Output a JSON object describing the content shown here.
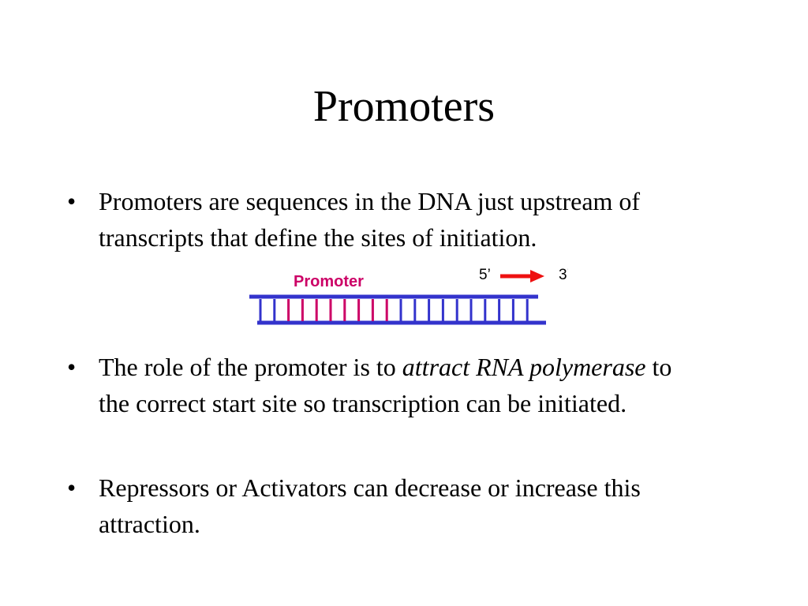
{
  "slide": {
    "title": "Promoters",
    "bullets": [
      {
        "marker": "•",
        "parts": [
          {
            "text": "Promoters are sequences in the DNA just upstream of transcripts that define the sites of initiation.",
            "italic": false
          }
        ]
      },
      {
        "marker": "•",
        "parts": [
          {
            "text": "The role of the promoter is to ",
            "italic": false
          },
          {
            "text": "attract RNA polymerase",
            "italic": true
          },
          {
            "text": " to the correct start site so transcription can be initiated.",
            "italic": false
          }
        ]
      },
      {
        "marker": "•",
        "parts": [
          {
            "text": "Repressors or Activators can decrease or increase this attraction.",
            "italic": false
          }
        ]
      }
    ]
  },
  "figure": {
    "promoter_label": "Promoter",
    "five_prime_label": "5’",
    "three_prime_label": "3’",
    "rung_count": 20,
    "promoter_rungs": 8,
    "colors": {
      "strand": "#3333cc",
      "promoter": "#cc0066",
      "arrow": "#ee1111",
      "promoter_label": "#cc0066"
    }
  }
}
